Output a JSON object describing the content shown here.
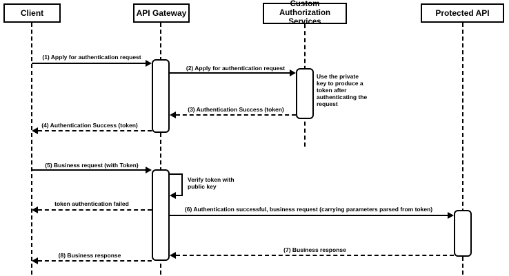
{
  "diagram": {
    "kind": "uml-sequence-diagram",
    "colors": {
      "stroke": "#000000",
      "fill": "#ffffff",
      "text": "#000000"
    },
    "participants": [
      {
        "name": "Client"
      },
      {
        "name": "API Gateway"
      },
      {
        "name": "Custom Authorization Services"
      },
      {
        "name": "Protected API"
      }
    ],
    "messages": [
      {
        "label": "(1) Apply for authentication request",
        "from": "Client",
        "to": "API Gateway",
        "style": "solid"
      },
      {
        "label": "(2) Apply for authentication request",
        "from": "API Gateway",
        "to": "Custom Authorization Services",
        "style": "solid"
      },
      {
        "label": "(3) Authentication Success (token)",
        "from": "Custom Authorization Services",
        "to": "API Gateway",
        "style": "dashed"
      },
      {
        "label": "(4) Authentication Success (token)",
        "from": "API Gateway",
        "to": "Client",
        "style": "dashed"
      },
      {
        "label": "(5) Business request (with Token)",
        "from": "Client",
        "to": "API Gateway",
        "style": "solid"
      },
      {
        "label": "Verify token with public key",
        "from": "API Gateway",
        "to": "API Gateway",
        "style": "self-loop"
      },
      {
        "label": "token authentication failed",
        "from": "API Gateway",
        "to": "Client",
        "style": "dashed"
      },
      {
        "label": "(6) Authentication successful, business request (carrying parameters parsed from token)",
        "from": "API Gateway",
        "to": "Protected API",
        "style": "solid"
      },
      {
        "label": "(7) Business response",
        "from": "Protected API",
        "to": "API Gateway",
        "style": "dashed"
      },
      {
        "label": "(8) Business response",
        "from": "API Gateway",
        "to": "Client",
        "style": "dashed"
      }
    ],
    "notes": [
      {
        "text": "Use the private key to produce a token after authenticating the request",
        "attached_to": "Custom Authorization Services"
      }
    ]
  }
}
